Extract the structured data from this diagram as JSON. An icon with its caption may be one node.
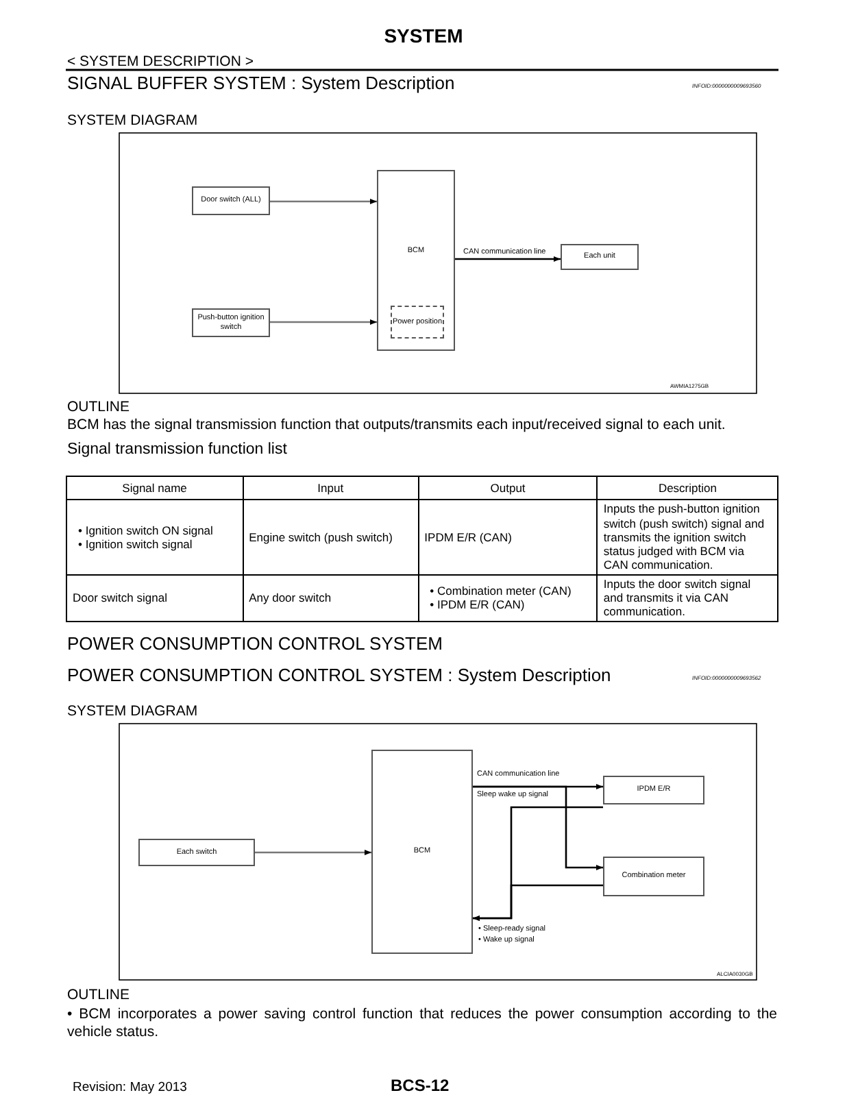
{
  "diagram": {
    "title": "SYSTEM",
    "nodes": [
      {
        "text": [
          "Door switch (ALL)"
        ]
      },
      {
        "text": [
          "Push-button ignition switch"
        ]
      },
      {
        "text": [
          "BCM"
        ]
      },
      {
        "text": [
          "Power position"
        ],
        "in": 2
      },
      {
        "text": [
          "Each unit"
        ]
      },
      {
        "text": [
          "Each switch"
        ]
      },
      {
        "text": [
          "BCM"
        ]
      },
      {
        "text": [
          "IPDM E/R"
        ]
      },
      {
        "text": [
          "Combination meter"
        ]
      }
    ],
    "edges": [
      {
        "from": 0,
        "to": 2,
        "arrow": "to",
        "color": "#777777"
      },
      {
        "from": 1,
        "to": 2,
        "arrow": "to",
        "color": "#777777"
      },
      {
        "from": 2,
        "to": 4,
        "arrow": "to",
        "label": "CAN communication line"
      },
      {
        "from": 5,
        "to": 6,
        "arrow": "to",
        "color": "#777777"
      },
      {
        "from": 6,
        "to": 7,
        "arrow": "to",
        "label": "CAN communication line"
      },
      {
        "from": 6,
        "to": 8,
        "arrow": "to"
      },
      {
        "from": 7,
        "to": 6,
        "arrow": "to",
        "label": "Sleep wake up signal"
      },
      {
        "from": 8,
        "to": 6,
        "arrow": "to"
      }
    ],
    "labels": [
      "< SYSTEM DESCRIPTION >",
      "SIGNAL BUFFER SYSTEM : System Description",
      "INFOID:0000000009693560",
      "SYSTEM DIAGRAM",
      "AWMIA1275GB",
      "OUTLINE",
      "BCM has the signal transmission function that outputs/transmits each input/received signal to each unit.",
      "Signal transmission function list",
      "Signal name",
      "Input",
      "Output",
      "Description",
      "• Ignition switch ON signal",
      "• Ignition switch signal",
      "Engine switch (push switch)",
      "IPDM E/R (CAN)",
      "Inputs the push-button ignition switch (push switch) signal and transmits the ignition switch status judged with BCM via CAN communication.",
      "Door switch signal",
      "Any door switch",
      "• Combination meter (CAN)",
      "• IPDM E/R (CAN)",
      "Inputs the door switch signal and transmits it via CAN communication.",
      "POWER CONSUMPTION CONTROL SYSTEM",
      "POWER CONSUMPTION CONTROL SYSTEM : System Description",
      "INFOID:0000000009693562",
      "SYSTEM DIAGRAM",
      "• Sleep-ready signal",
      "• Wake up signal",
      "ALCIA0030GB",
      "OUTLINE",
      "• BCM incorporates a power saving control function that reduces the power consumption according to the vehicle status.",
      "Revision: May 2013",
      "BCS-12"
    ]
  }
}
